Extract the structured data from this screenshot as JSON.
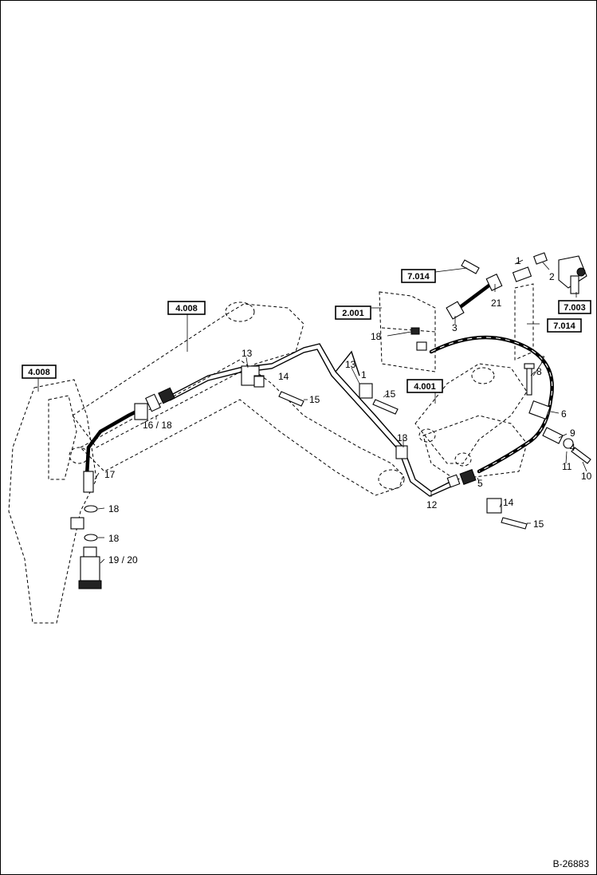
{
  "drawing_number": "B-26883",
  "reference_boxes": [
    {
      "id": "ref-4008-left",
      "label": "4.008"
    },
    {
      "id": "ref-4008-top",
      "label": "4.008"
    },
    {
      "id": "ref-2001",
      "label": "2.001"
    },
    {
      "id": "ref-4001",
      "label": "4.001"
    },
    {
      "id": "ref-7014-top",
      "label": "7.014"
    },
    {
      "id": "ref-7003",
      "label": "7.003"
    },
    {
      "id": "ref-7014-right",
      "label": "7.014"
    }
  ],
  "callouts": {
    "c1_top": "1",
    "c2": "2",
    "c21": "21",
    "c3": "3",
    "c18_top": "18",
    "c13_a": "13",
    "c14_a": "14",
    "c15_a": "15",
    "c13_b": "13",
    "c1_mid": "1",
    "c15_b": "15",
    "c16_18": "16 / 18",
    "c17": "17",
    "c18_a": "18",
    "c18_b": "18",
    "c19_20": "19 / 20",
    "c13_c": "13",
    "c12": "12",
    "c5": "5",
    "c14_b": "14",
    "c15_c": "15",
    "c7": "7",
    "c8": "8",
    "c6": "6",
    "c9": "9",
    "c4": "4",
    "c11": "11",
    "c10": "10"
  }
}
